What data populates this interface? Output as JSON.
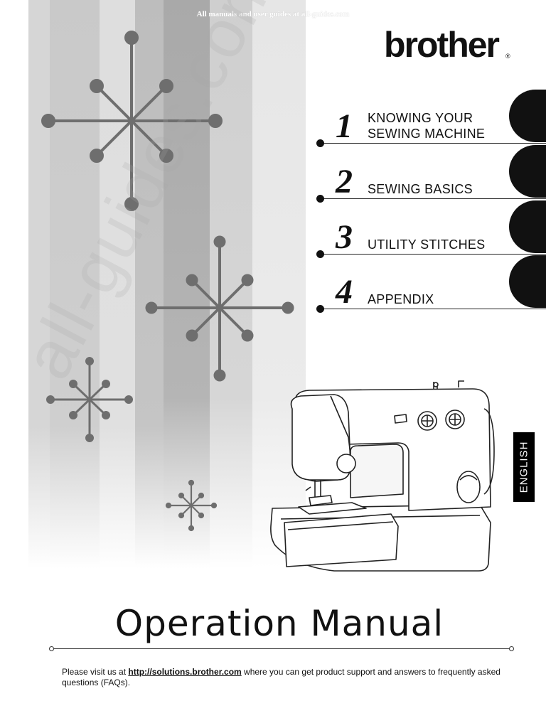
{
  "header_note": "All manuals and user guides at all-guides.com",
  "watermark": "all-guides.com",
  "brand": {
    "logo_text": "brother",
    "registered_mark": "®"
  },
  "chapters": [
    {
      "number": "1",
      "title": "KNOWING YOUR\nSEWING MACHINE"
    },
    {
      "number": "2",
      "title": "SEWING BASICS"
    },
    {
      "number": "3",
      "title": "UTILITY STITCHES"
    },
    {
      "number": "4",
      "title": "APPENDIX"
    }
  ],
  "language_tab": "ENGLISH",
  "document_title": "Operation Manual",
  "footer": {
    "prefix": "Please visit us at ",
    "link": "http://solutions.brother.com",
    "suffix": " where you can get product support and answers to frequently asked questions (FAQs)."
  },
  "colors": {
    "ink": "#111111",
    "stripe_dark": "#a9a9a9",
    "stripe_light": "#dcdcdc",
    "star": "#6e6e6e"
  }
}
